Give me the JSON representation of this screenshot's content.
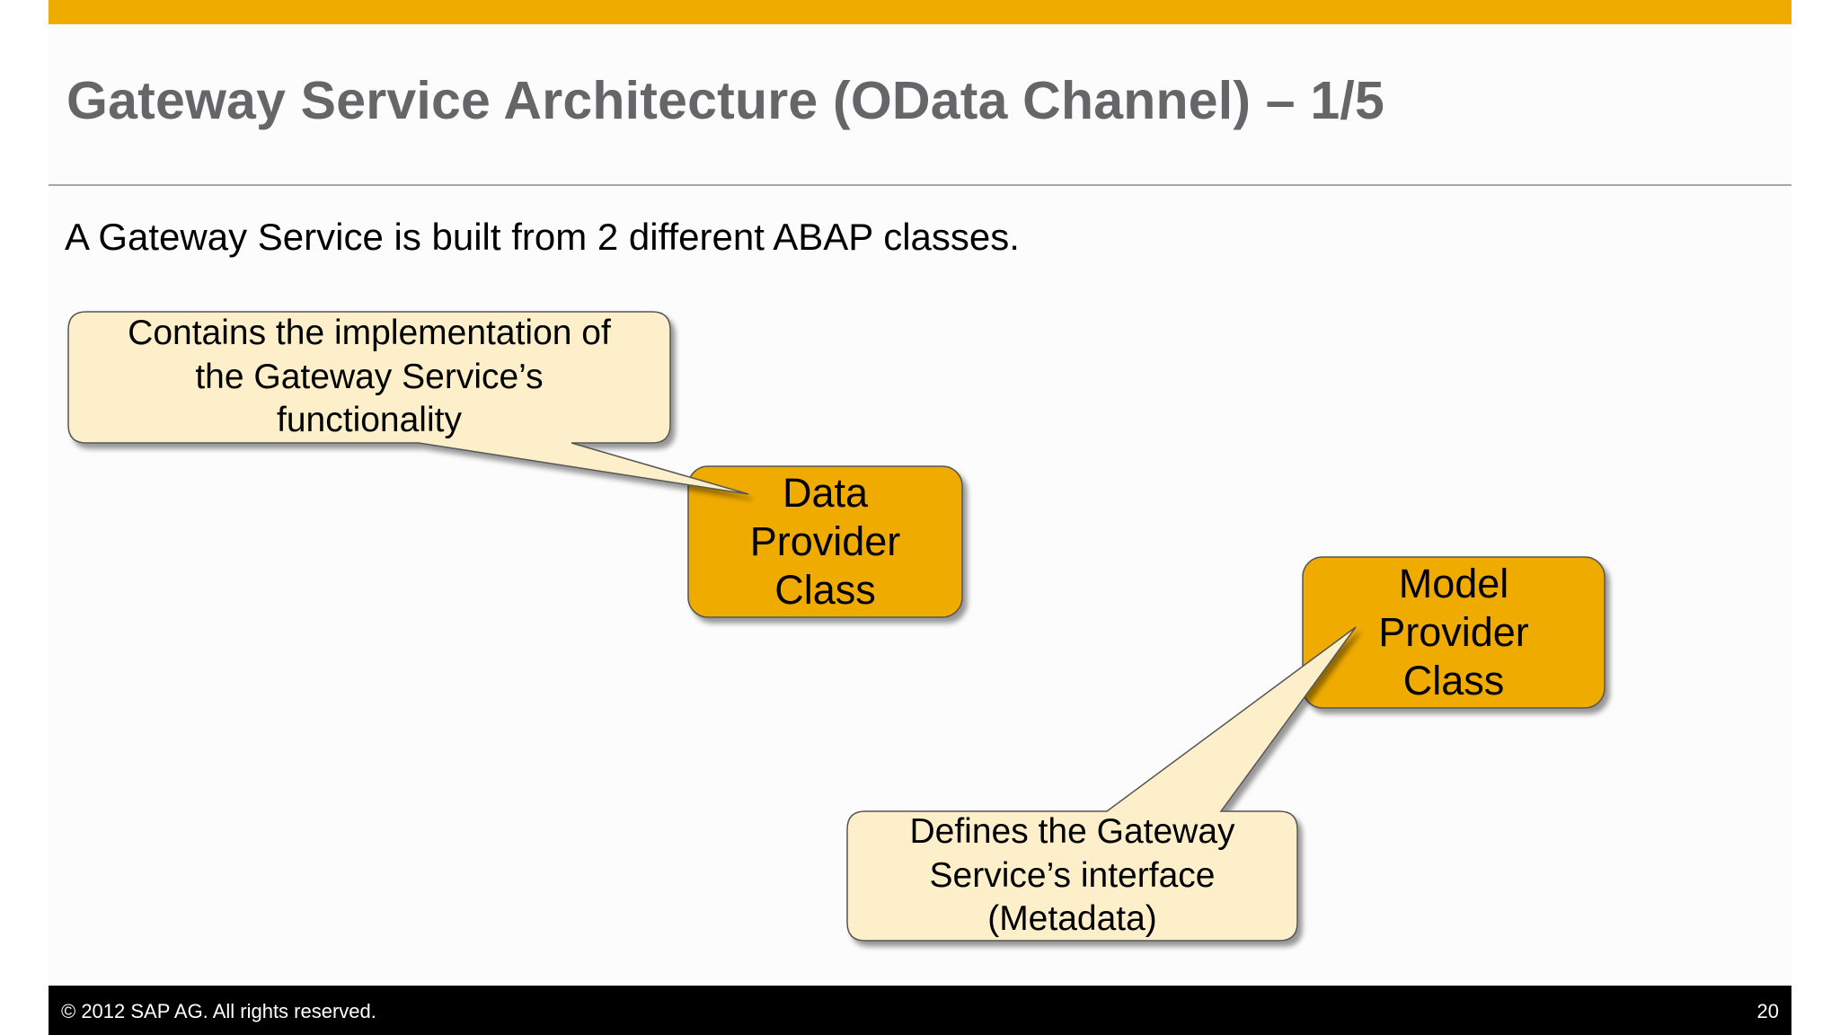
{
  "title": "Gateway Service Architecture (OData Channel) – 1/5",
  "intro": "A Gateway Service is built from 2 different ABAP classes.",
  "callout_implementation": {
    "lines": [
      "Contains the implementation of",
      "the Gateway Service’s",
      "functionality"
    ]
  },
  "data_provider_class": {
    "lines": [
      "Data",
      "Provider",
      "Class"
    ]
  },
  "model_provider_class": {
    "lines": [
      "Model",
      "Provider",
      "Class"
    ]
  },
  "callout_interface": {
    "lines": [
      "Defines the Gateway",
      "Service’s interface",
      "(Metadata)"
    ]
  },
  "footer": {
    "copyright": "© 2012 SAP AG. All rights reserved.",
    "page_number": "20"
  },
  "colors": {
    "accent": "#f0ab00",
    "class_box": "#f0ab00",
    "callout_fill": "#fdefc9",
    "title_text": "#666669",
    "footer_bg": "#000000"
  }
}
